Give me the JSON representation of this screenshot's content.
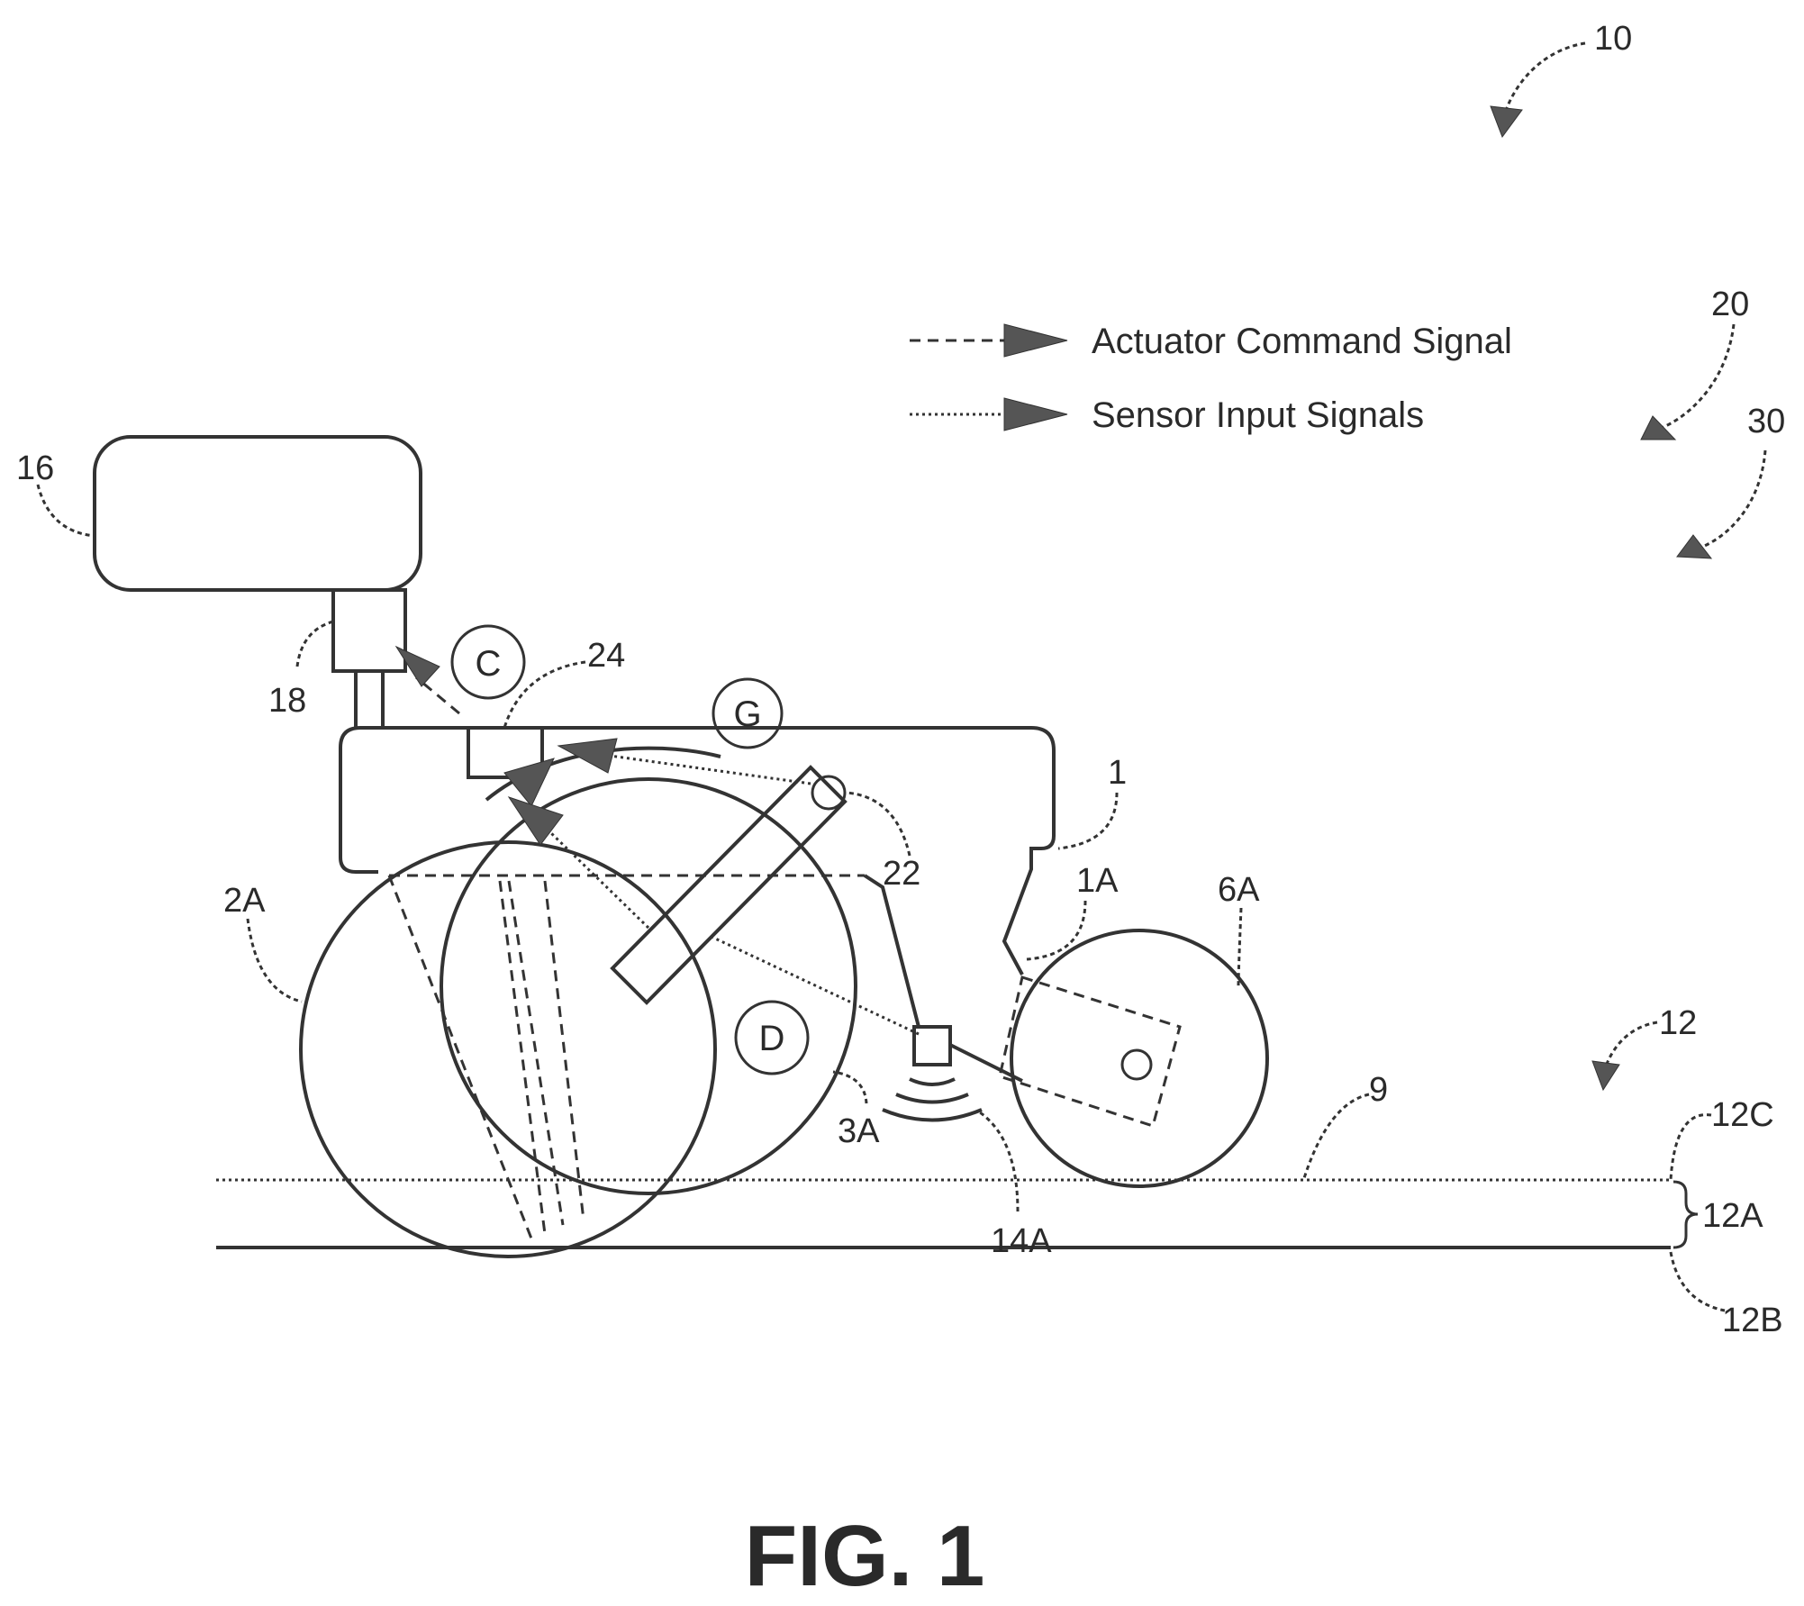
{
  "legend": {
    "actuator": "Actuator Command Signal",
    "sensor": "Sensor Input Signals"
  },
  "refs": {
    "r10": "10",
    "r20": "20",
    "r30": "30",
    "r16": "16",
    "r18": "18",
    "r24": "24",
    "r1": "1",
    "r1a": "1A",
    "r2a": "2A",
    "r22": "22",
    "r6a": "6A",
    "r3a": "3A",
    "r14a": "14A",
    "r9": "9",
    "r12": "12",
    "r12a": "12A",
    "r12b": "12B",
    "r12c": "12C"
  },
  "circled": {
    "c": "C",
    "g": "G",
    "d": "D"
  },
  "caption": "FIG. 1"
}
